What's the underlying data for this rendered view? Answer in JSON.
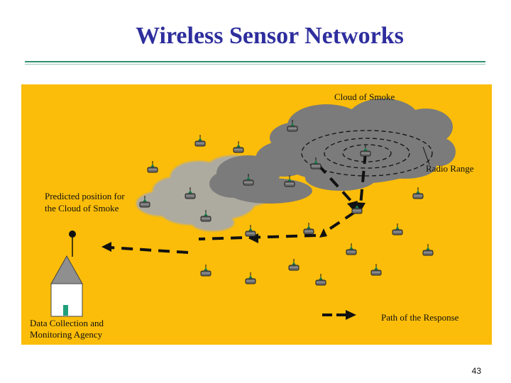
{
  "slide": {
    "title": "Wireless Sensor Networks",
    "page_number": "43"
  },
  "diagram": {
    "labels": {
      "cloud": "Cloud of Smoke",
      "radio_range": "Radio Range",
      "predicted_line1": "Predicted position for",
      "predicted_line2": "the Cloud of Smoke",
      "agency_line1": "Data Collection and",
      "agency_line2": "Monitoring Agency",
      "path": "Path of the Response"
    },
    "colors": {
      "background": "#fbbd09",
      "smoke": "#7b7b7b",
      "predicted_smoke": "#a9a9a9",
      "title": "#2e2e9e"
    }
  }
}
